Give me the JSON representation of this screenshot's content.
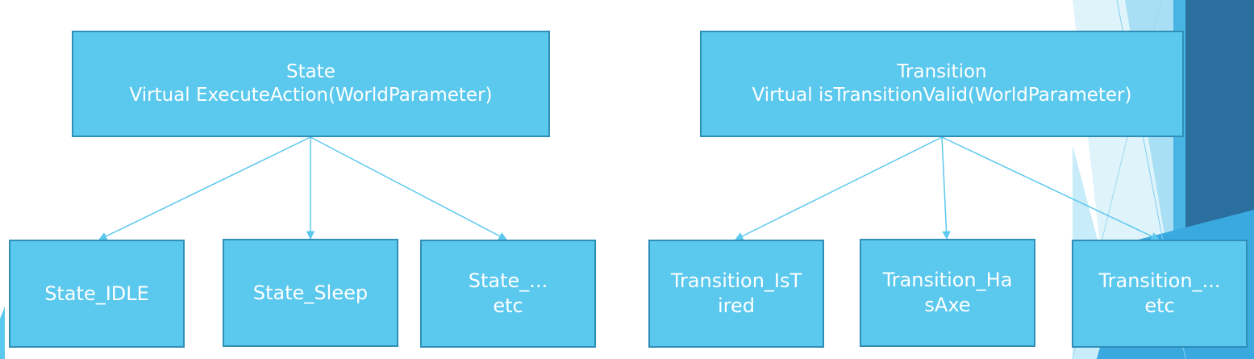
{
  "colors": {
    "box_fill": "#5bc8ee",
    "box_border": "#2f8fb8",
    "connector": "#5bc8ee",
    "text": "#ffffff",
    "deco_dark": "#2a6f9e",
    "deco_mid": "#2f9fd8",
    "deco_light": "#a9dff4"
  },
  "state_tree": {
    "parent": {
      "line1": "State",
      "line2": "Virtual ExecuteAction(WorldParameter)"
    },
    "children": [
      {
        "line1": "State_IDLE",
        "line2": ""
      },
      {
        "line1": "State_Sleep",
        "line2": ""
      },
      {
        "line1": "State_...",
        "line2": "etc"
      }
    ]
  },
  "transition_tree": {
    "parent": {
      "line1": "Transition",
      "line2": "Virtual isTransitionValid(WorldParameter)"
    },
    "children": [
      {
        "line1": "Transition_IsT",
        "line2": "ired"
      },
      {
        "line1": "Transition_Ha",
        "line2": "sAxe"
      },
      {
        "line1": "Transition_...",
        "line2": "etc"
      }
    ]
  }
}
